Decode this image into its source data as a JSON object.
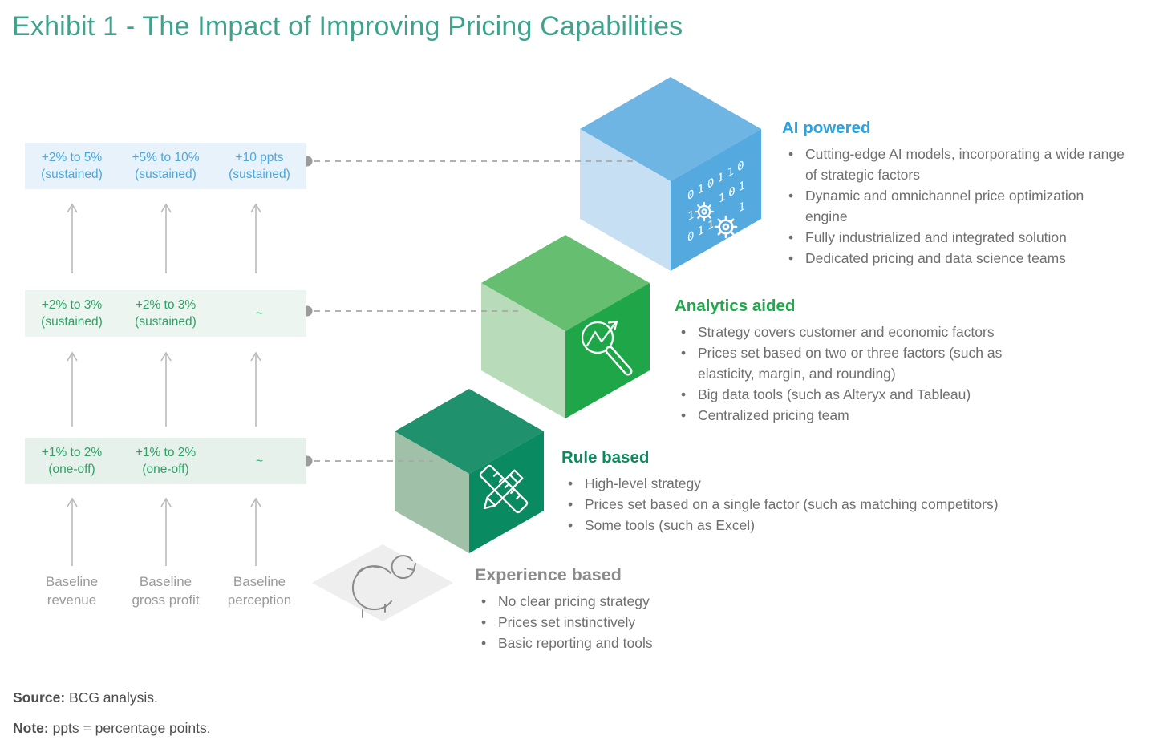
{
  "title": "Exhibit 1 - The Impact of Improving Pricing Capabilities",
  "colors": {
    "accent_teal": "#3FA28D",
    "stat_blue": "#4AA8DD",
    "stat_blue_bg": "#E8F2FA",
    "stat_green": "#2EA165",
    "stat_green_bg": "#EDF5F0",
    "stat_green_bg2": "#E6F1EB",
    "heading_blue": "#29A3E1",
    "heading_green": "#1FA94A",
    "heading_dark_green": "#0B8A5E",
    "heading_gray": "#8B8B8B",
    "body_gray": "#6F6F6F",
    "label_gray": "#9A9A9A",
    "arrow_gray": "#BABABA",
    "connector_gray": "#9B9B9B",
    "connector_line": "#A8A8A8",
    "icon_gray": "#8A8A8A",
    "source_gray": "#4D4D4D",
    "cube_blue_top": "#6FB5E4",
    "cube_blue_left": "#C7DFF3",
    "cube_blue_right": "#54A9DF",
    "cube_green_top": "#66BF70",
    "cube_green_left": "#B8DBB9",
    "cube_green_right": "#1EA648",
    "cube_dark_top": "#1F916C",
    "cube_dark_left": "#A0C0A8",
    "cube_dark_right": "#0A8A60",
    "diamond_gray": "#EEEEEE"
  },
  "impact_table": {
    "rows": [
      {
        "theme": "blue",
        "cells": [
          {
            "value": "+2% to 5%",
            "note": "(sustained)"
          },
          {
            "value": "+5% to 10%",
            "note": "(sustained)"
          },
          {
            "value": "+10 ppts",
            "note": "(sustained)"
          }
        ]
      },
      {
        "theme": "green",
        "cells": [
          {
            "value": "+2% to 3%",
            "note": "(sustained)"
          },
          {
            "value": "+2% to 3%",
            "note": "(sustained)"
          },
          {
            "value": "~",
            "note": ""
          }
        ]
      },
      {
        "theme": "green",
        "cells": [
          {
            "value": "+1% to 2%",
            "note": "(one-off)"
          },
          {
            "value": "+1% to 2%",
            "note": "(one-off)"
          },
          {
            "value": "~",
            "note": ""
          }
        ]
      }
    ],
    "baselines": [
      "Baseline revenue",
      "Baseline gross profit",
      "Baseline perception"
    ]
  },
  "capabilities": [
    {
      "name": "AI powered",
      "icon": "binary-gears-icon",
      "bullets": [
        "Cutting-edge AI models, incorporating a wide range of strategic factors",
        "Dynamic and omnichannel price optimization engine",
        "Fully industrialized and integrated solution",
        "Dedicated pricing and data science teams"
      ]
    },
    {
      "name": "Analytics aided",
      "icon": "chart-magnifier-icon",
      "bullets": [
        "Strategy covers customer and economic factors",
        "Prices set based on two or three factors (such as elasticity, margin, and rounding)",
        "Big data tools (such as Alteryx and Tableau)",
        "Centralized pricing team"
      ]
    },
    {
      "name": "Rule based",
      "icon": "ruler-pencil-icon",
      "bullets": [
        "High-level strategy",
        "Prices set based on a single factor (such as matching competitors)",
        "Some tools (such as Excel)"
      ]
    },
    {
      "name": "Experience based",
      "icon": "person-thinking-icon",
      "bullets": [
        "No clear pricing strategy",
        "Prices set instinctively",
        "Basic reporting and tools"
      ]
    }
  ],
  "ai_cube_binary": [
    "010110",
    "1 101",
    "011 1"
  ],
  "source": {
    "label": "Source:",
    "text": " BCG analysis."
  },
  "note": {
    "label": "Note:",
    "text": " ppts = percentage points."
  }
}
